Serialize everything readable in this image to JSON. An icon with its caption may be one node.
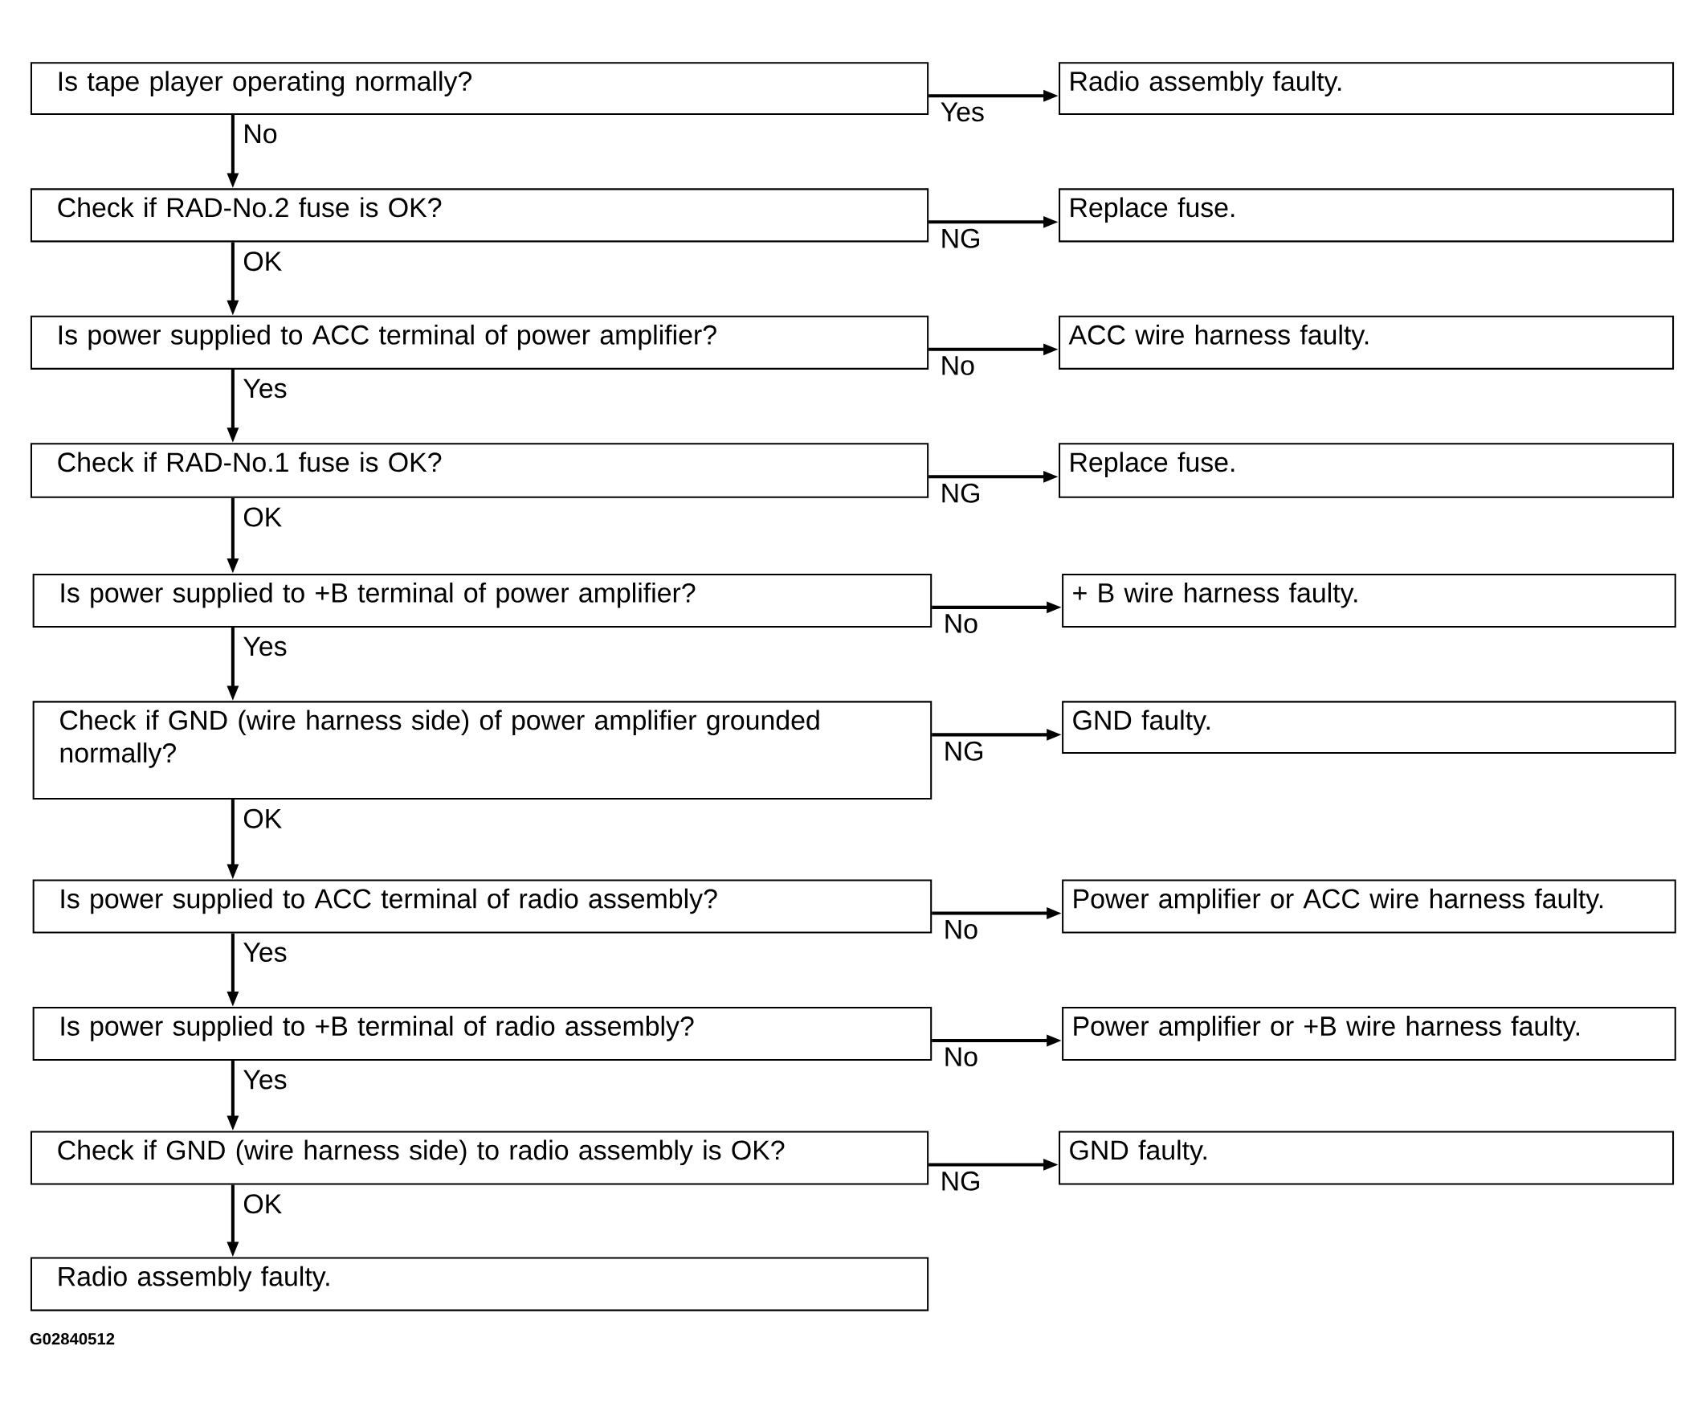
{
  "diagram": {
    "nodes": [
      {
        "text": [
          "Is tape player operating normally?"
        ]
      },
      {
        "text": [
          "Radio assembly faulty."
        ]
      },
      {
        "text": [
          "Check if RAD-No.2 fuse is OK?"
        ]
      },
      {
        "text": [
          "Replace fuse."
        ]
      },
      {
        "text": [
          "Is power supplied to ACC terminal of power amplifier?"
        ]
      },
      {
        "text": [
          "ACC wire harness faulty."
        ]
      },
      {
        "text": [
          "Check if RAD-No.1 fuse is OK?"
        ]
      },
      {
        "text": [
          "Replace fuse."
        ]
      },
      {
        "text": [
          "Is power supplied to +B terminal of power amplifier?"
        ]
      },
      {
        "text": [
          "+ B wire harness faulty."
        ]
      },
      {
        "text": [
          "Check if GND (wire harness side) of power amplifier grounded normally?"
        ]
      },
      {
        "text": [
          "GND faulty."
        ]
      },
      {
        "text": [
          "Is power supplied to ACC terminal of radio assembly?"
        ]
      },
      {
        "text": [
          "Power amplifier or ACC wire harness faulty."
        ]
      },
      {
        "text": [
          "Is power supplied to +B terminal of radio assembly?"
        ]
      },
      {
        "text": [
          "Power amplifier or +B wire harness faulty."
        ]
      },
      {
        "text": [
          "Check if GND (wire harness side) to radio assembly is OK?"
        ]
      },
      {
        "text": [
          "GND faulty."
        ]
      },
      {
        "text": [
          "Radio assembly faulty."
        ]
      }
    ],
    "edges": [
      {
        "from": 0,
        "to": 1,
        "arrow": "to",
        "label": "Yes"
      },
      {
        "from": 0,
        "to": 2,
        "arrow": "to",
        "label": "No"
      },
      {
        "from": 2,
        "to": 3,
        "arrow": "to",
        "label": "NG"
      },
      {
        "from": 2,
        "to": 4,
        "arrow": "to",
        "label": "OK"
      },
      {
        "from": 4,
        "to": 5,
        "arrow": "to",
        "label": "No"
      },
      {
        "from": 4,
        "to": 6,
        "arrow": "to",
        "label": "Yes"
      },
      {
        "from": 6,
        "to": 7,
        "arrow": "to",
        "label": "NG"
      },
      {
        "from": 6,
        "to": 8,
        "arrow": "to",
        "label": "OK"
      },
      {
        "from": 8,
        "to": 9,
        "arrow": "to",
        "label": "No"
      },
      {
        "from": 8,
        "to": 10,
        "arrow": "to",
        "label": "Yes"
      },
      {
        "from": 10,
        "to": 11,
        "arrow": "to",
        "label": "NG"
      },
      {
        "from": 10,
        "to": 12,
        "arrow": "to",
        "label": "OK"
      },
      {
        "from": 12,
        "to": 13,
        "arrow": "to",
        "label": "No"
      },
      {
        "from": 12,
        "to": 14,
        "arrow": "to",
        "label": "Yes"
      },
      {
        "from": 14,
        "to": 15,
        "arrow": "to",
        "label": "No"
      },
      {
        "from": 14,
        "to": 16,
        "arrow": "to",
        "label": "Yes"
      },
      {
        "from": 16,
        "to": 17,
        "arrow": "to",
        "label": "NG"
      },
      {
        "from": 16,
        "to": 18,
        "arrow": "to",
        "label": "OK"
      }
    ],
    "labels": [
      "G02840512"
    ]
  }
}
